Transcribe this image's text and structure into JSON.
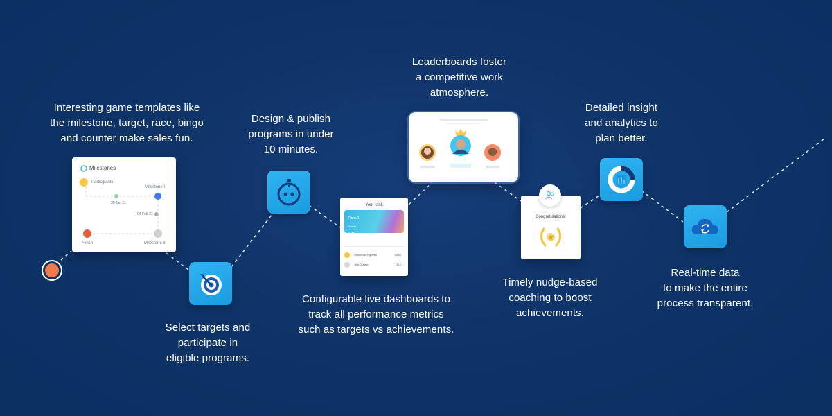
{
  "captions": {
    "templates": "Interesting game templates like\nthe milestone, target, race, bingo\nand counter make sales fun.",
    "targets": "Select targets and\nparticipate in\neligible programs.",
    "design": "Design & publish\nprograms in under\n10 minutes.",
    "dashboards": "Configurable live dashboards to\ntrack all performance metrics\nsuch as targets vs achievements.",
    "leaderboards": "Leaderboards foster\na competitive work\natmosphere.",
    "coaching": "Timely nudge-based\ncoaching to boost\nachievements.",
    "insight": "Detailed insight\nand analytics to\nplan better.",
    "realtime": "Real-time data\nto make the entire\nprocess transparent."
  },
  "milestones_card": {
    "title": "Milestones",
    "participants": "Participants",
    "milestone1": "Milestone I",
    "date1": "30 Jan 21",
    "date2": "04 Feb 21",
    "finish": "Finish",
    "milestone2": "Milestone II"
  },
  "rank_card": {
    "title": "Your rank",
    "rank": "Rank 1",
    "points_label": "Points",
    "points": "6497",
    "rows": [
      {
        "name": "Sekunnan Nguyen",
        "value": "6450"
      },
      {
        "name": "Jimi Outlaw",
        "value": "512"
      }
    ]
  },
  "congrats_card": {
    "text": "Congratulations!"
  },
  "colors": {
    "background": "#0e3468",
    "accent": "#2fb4f2",
    "start_dot": "#f27b4b"
  }
}
